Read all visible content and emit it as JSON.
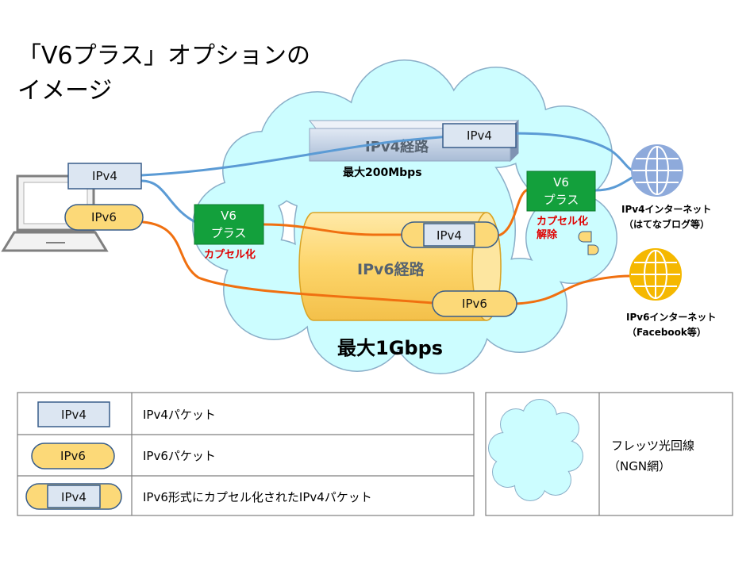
{
  "title": {
    "line1": "「V6プラス」オプションの",
    "line2": "イメージ"
  },
  "routes": {
    "ipv4_route_label": "IPv4経路",
    "ipv4_speed": "最大200Mbps",
    "ipv6_route_label": "IPv6経路",
    "ipv6_speed": "最大1Gbps"
  },
  "packets": {
    "ipv4": "IPv4",
    "ipv6": "IPv6"
  },
  "encap_box": {
    "line1": "V6",
    "line2": "プラス",
    "label": "カプセル化"
  },
  "decap_box": {
    "line1": "V6",
    "line2": "プラス",
    "label_line1": "カプセル化",
    "label_line2": "解除"
  },
  "internet": {
    "ipv4_line1": "IPv4インターネット",
    "ipv4_line2": "（はてなブログ等）",
    "ipv6_line1": "IPv6インターネット",
    "ipv6_line2": "（Facebook等）"
  },
  "legend": {
    "rows": [
      {
        "sample": "IPv4",
        "text": "IPv4パケット"
      },
      {
        "sample": "IPv6",
        "text": "IPv6パケット"
      },
      {
        "sample": "IPv4",
        "text": "IPv6形式にカプセル化されたIPv4パケット"
      }
    ],
    "cloud_line1": "フレッツ光回線",
    "cloud_line2": "（NGN網）"
  },
  "colors": {
    "ipv4_line": "#5b9bd5",
    "ipv6_line": "#f07010",
    "cloud_fill": "#ccfdff",
    "packet_v4_fill": "#dce6f2",
    "packet_v6_fill": "#fcd978",
    "v6plus_green": "#13a03c",
    "encap_red": "#e00000",
    "globe_v4": "#8eaadb",
    "globe_v6": "#f5b800"
  }
}
